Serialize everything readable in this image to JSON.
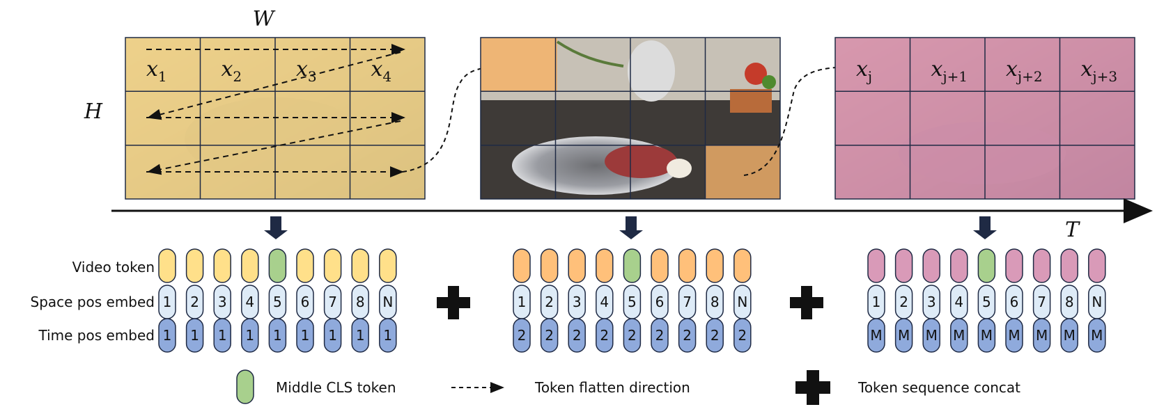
{
  "axes": {
    "width_label": "W",
    "height_label": "H",
    "time_label": "T"
  },
  "frames": [
    {
      "name": "first-frame",
      "tint": "#f2d58a",
      "tokens": [
        "x",
        "x",
        "x",
        "x"
      ],
      "subs": [
        "1",
        "2",
        "3",
        "4"
      ],
      "cls_cell": 5
    },
    {
      "name": "second-frame",
      "tint": "#f5b36a",
      "tokens": [],
      "subs": [],
      "cls_cell": 5
    },
    {
      "name": "last-frame",
      "tint": "#d993b3",
      "tokens": [
        "x",
        "x",
        "x",
        "x"
      ],
      "subs": [
        "j",
        "j+1",
        "j+2",
        "j+3"
      ],
      "cls_cell": 5
    }
  ],
  "row_labels": {
    "video": "Video token",
    "space": "Space pos embed",
    "time": "Time pos embed"
  },
  "groups": [
    {
      "name": "group-1",
      "token_color": "#ffe08a",
      "space": [
        "1",
        "2",
        "3",
        "4",
        "5",
        "6",
        "7",
        "8",
        "N"
      ],
      "time": [
        "1",
        "1",
        "1",
        "1",
        "1",
        "1",
        "1",
        "1",
        "1"
      ]
    },
    {
      "name": "group-2",
      "token_color": "#ffc07a",
      "space": [
        "1",
        "2",
        "3",
        "4",
        "5",
        "6",
        "7",
        "8",
        "N"
      ],
      "time": [
        "2",
        "2",
        "2",
        "2",
        "2",
        "2",
        "2",
        "2",
        "2"
      ]
    },
    {
      "name": "group-3",
      "token_color": "#d99ab8",
      "space": [
        "1",
        "2",
        "3",
        "4",
        "5",
        "6",
        "7",
        "8",
        "N"
      ],
      "time": [
        "M",
        "M",
        "M",
        "M",
        "M",
        "M",
        "M",
        "M",
        "M"
      ]
    }
  ],
  "cls_color": "#a8d08d",
  "space_color": "#deebf7",
  "time_color": "#8faadc",
  "legend": {
    "cls": "Middle CLS token",
    "flatten": "Token flatten direction",
    "concat": "Token sequence concat"
  }
}
